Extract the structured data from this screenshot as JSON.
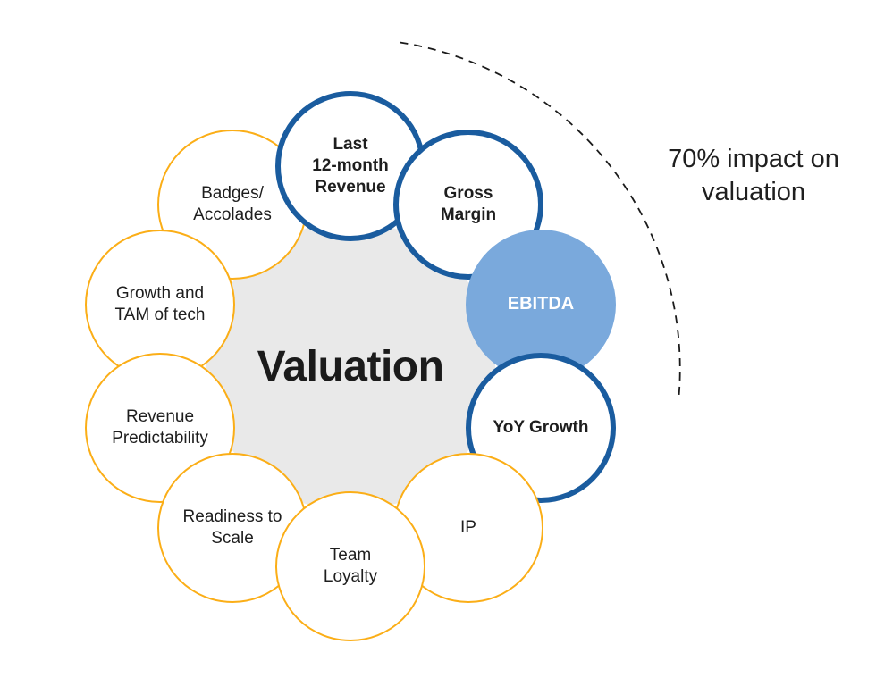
{
  "diagram": {
    "center_label": "Valuation",
    "annotation": "70% impact on\nvaluation",
    "factors": [
      {
        "id": "last-12-month-revenue",
        "label": "Last\n12-month\nRevenue",
        "type": "blue-outline"
      },
      {
        "id": "gross-margin",
        "label": "Gross\nMargin",
        "type": "blue-outline"
      },
      {
        "id": "ebitda",
        "label": "EBITDA",
        "type": "blue-filled"
      },
      {
        "id": "yoy-growth",
        "label": "YoY Growth",
        "type": "blue-outline"
      },
      {
        "id": "ip",
        "label": "IP",
        "type": "yellow-outline"
      },
      {
        "id": "team-loyalty",
        "label": "Team\nLoyalty",
        "type": "yellow-outline"
      },
      {
        "id": "readiness-to-scale",
        "label": "Readiness to\nScale",
        "type": "yellow-outline"
      },
      {
        "id": "revenue-predictability",
        "label": "Revenue\nPredictability",
        "type": "yellow-outline"
      },
      {
        "id": "growth-and-tam-of-tech",
        "label": "Growth and\nTAM of tech",
        "type": "yellow-outline"
      },
      {
        "id": "badges-accolades",
        "label": "Badges/\nAccolades",
        "type": "yellow-outline"
      }
    ],
    "colors": {
      "blue_border": "#1a5c9f",
      "blue_fill": "#7aa9dc",
      "yellow_border": "#fbae17",
      "center_gray": "#e9e9e9",
      "text": "#1e1e1e",
      "arc": "#1a1a1a"
    }
  }
}
